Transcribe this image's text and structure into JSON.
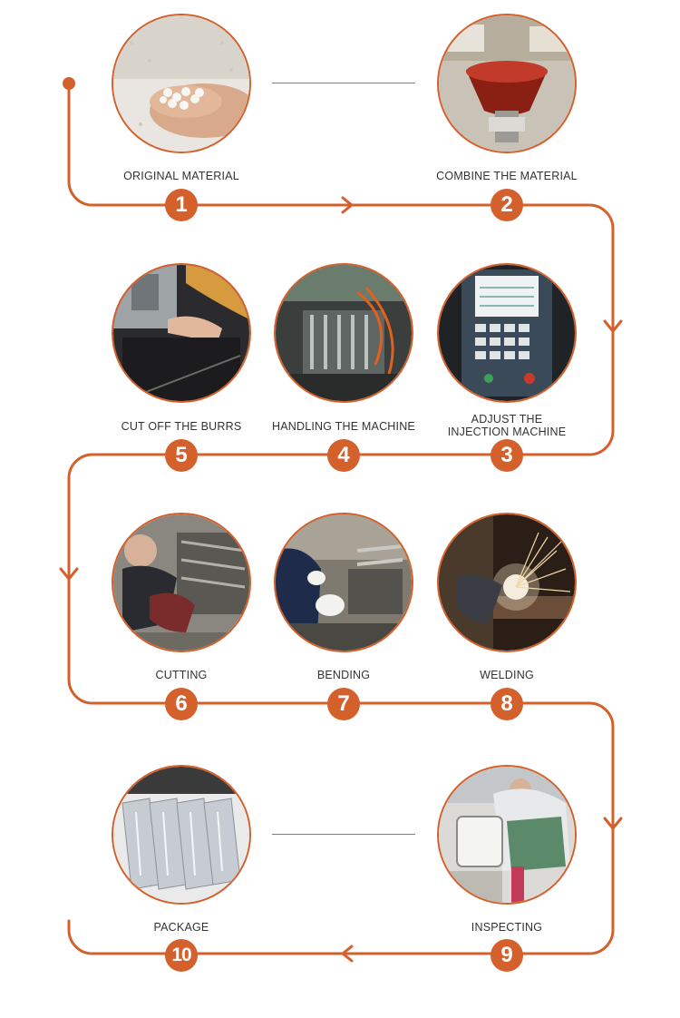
{
  "steps": [
    {
      "number": "1",
      "label": "ORIGINAL MATERIAL"
    },
    {
      "number": "2",
      "label": "COMBINE THE MATERIAL"
    },
    {
      "number": "3",
      "label": "ADJUST THE\nINJECTION MACHINE"
    },
    {
      "number": "4",
      "label": "HANDLING THE MACHINE"
    },
    {
      "number": "5",
      "label": "CUT OFF THE BURRS"
    },
    {
      "number": "6",
      "label": "CUTTING"
    },
    {
      "number": "7",
      "label": "BENDING"
    },
    {
      "number": "8",
      "label": "WELDING"
    },
    {
      "number": "9",
      "label": "INSPECTING"
    },
    {
      "number": "10",
      "label": "PACKAGE"
    }
  ],
  "colors": {
    "accent": "#d4602c",
    "label_text": "#333333"
  }
}
